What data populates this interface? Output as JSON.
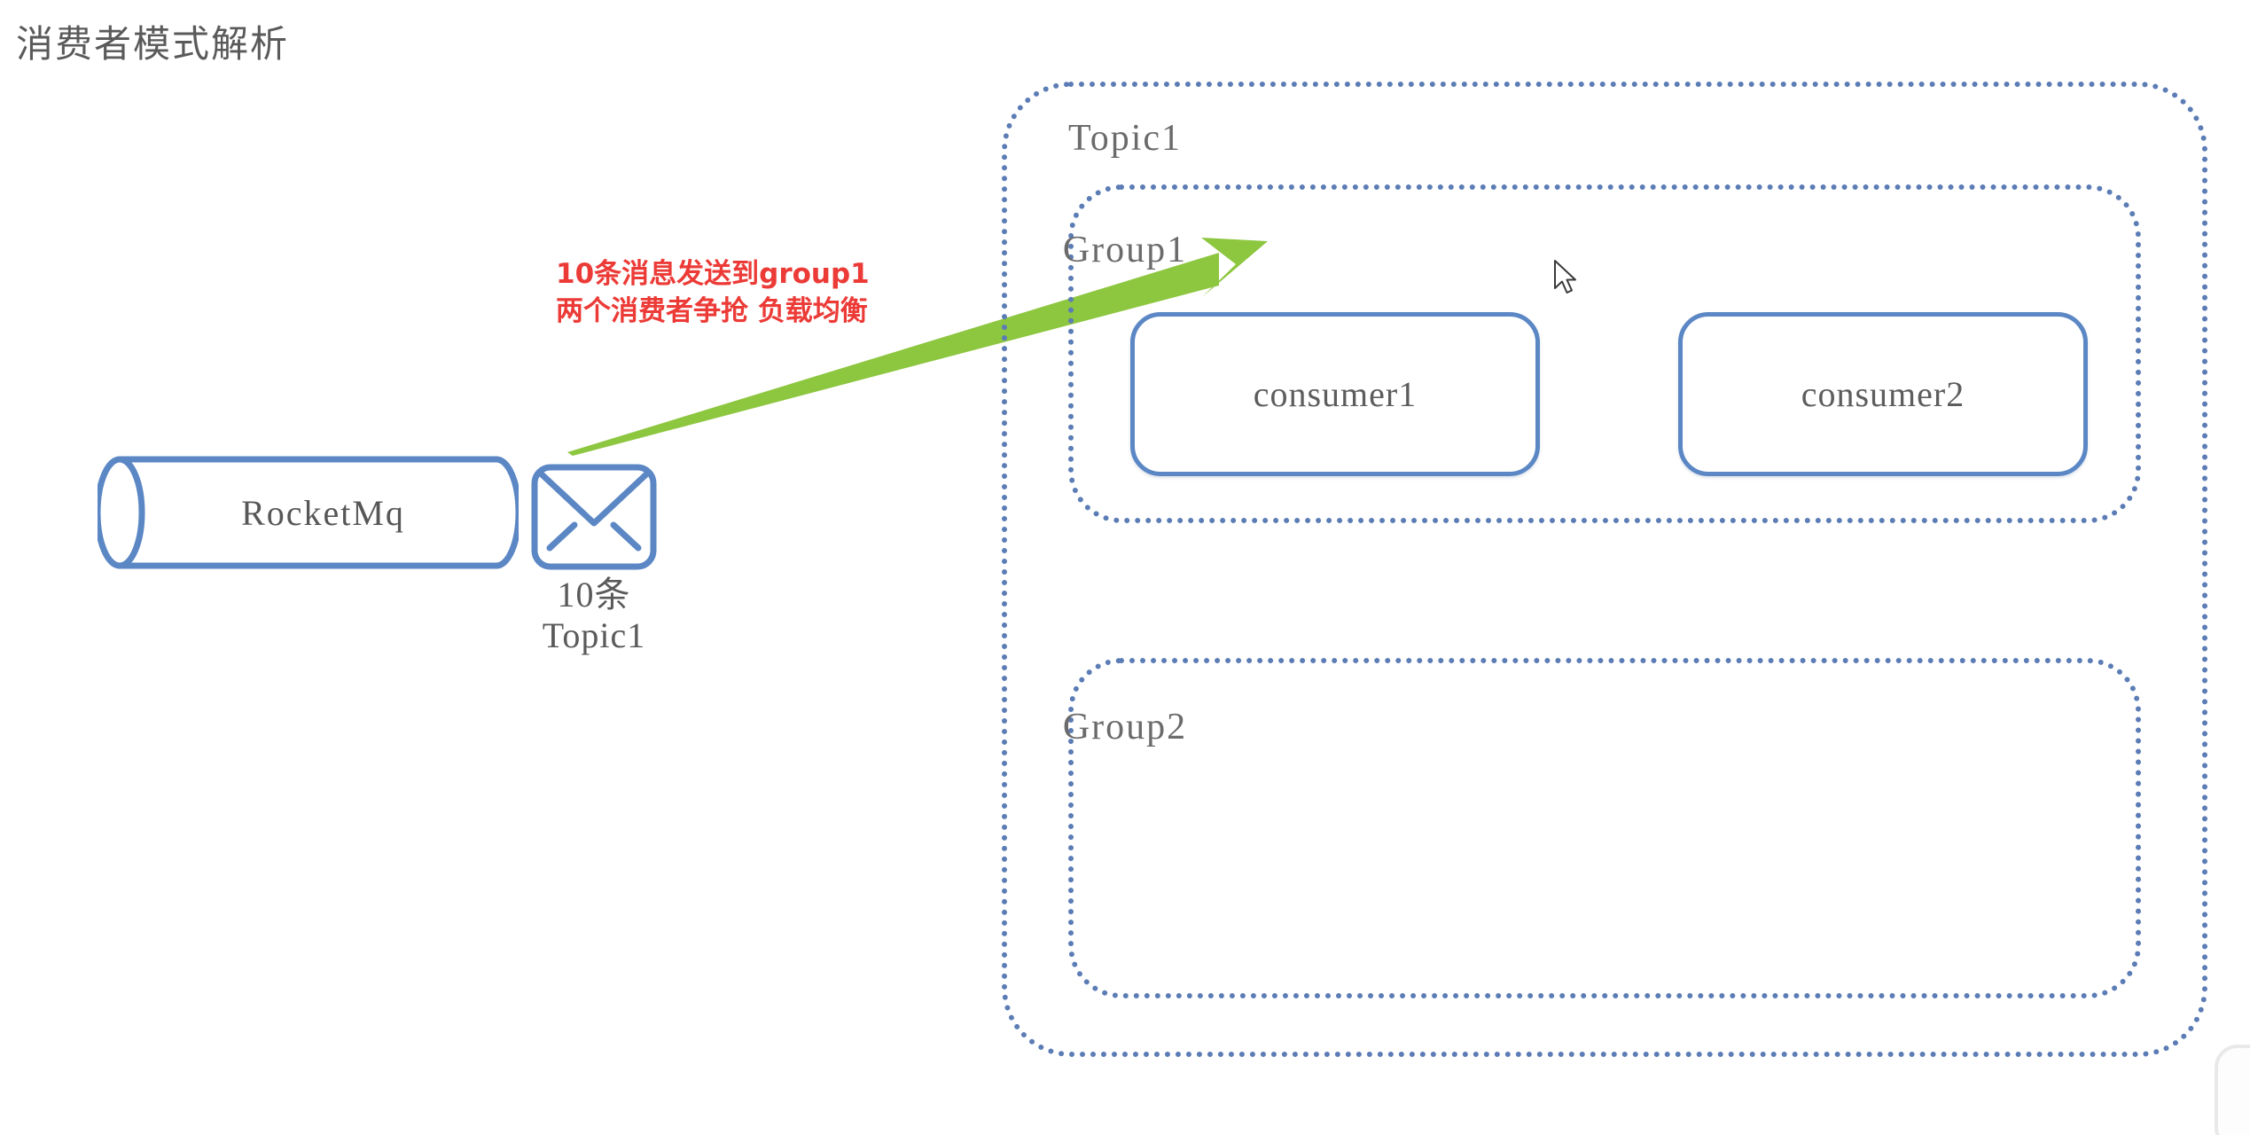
{
  "title": "消费者模式解析",
  "broker": {
    "name": "RocketMq",
    "icon": "cylinder-database-icon"
  },
  "message": {
    "icon": "envelope-icon",
    "count_label": "10条",
    "topic_label": "Topic1"
  },
  "annotation": {
    "line1": "10条消息发送到group1",
    "line2": "两个消费者争抢 负载均衡",
    "color": "#ec3b37"
  },
  "arrow": {
    "name": "green-flow-arrow",
    "color": "#8dc63f"
  },
  "topic": {
    "label": "Topic1",
    "border_color": "#5b7cb5",
    "groups": [
      {
        "label": "Group1",
        "consumers": [
          {
            "label": "consumer1"
          },
          {
            "label": "consumer2"
          }
        ]
      },
      {
        "label": "Group2",
        "consumers": []
      }
    ]
  },
  "cursor": {
    "name": "mouse-pointer"
  }
}
